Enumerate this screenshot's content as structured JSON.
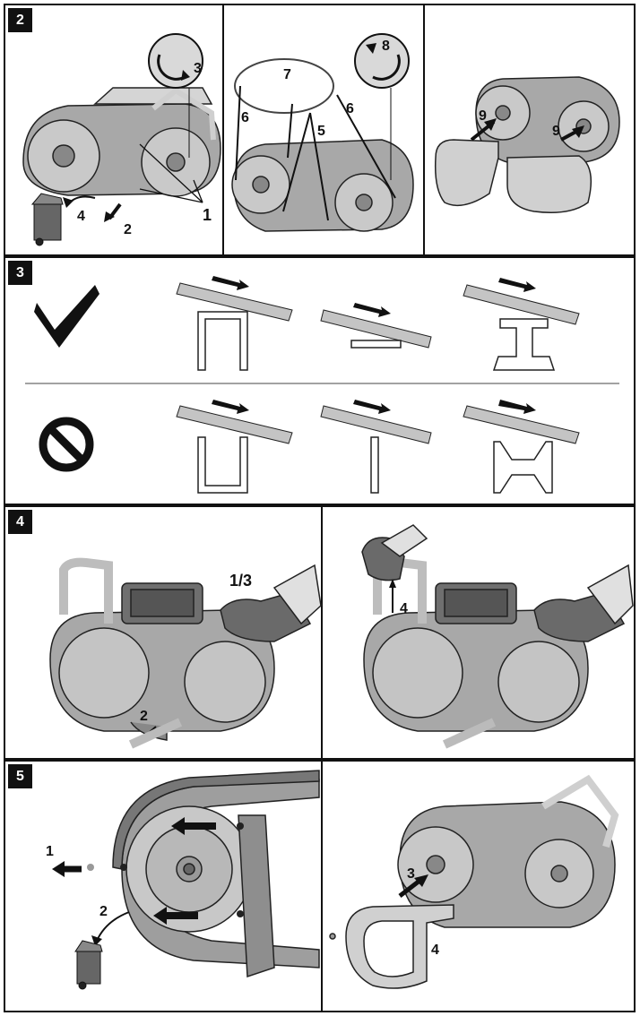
{
  "panels": [
    {
      "number": "2",
      "callouts": [
        "3",
        "4",
        "2",
        "1",
        "7",
        "6",
        "5",
        "6",
        "8",
        "9",
        "9"
      ]
    },
    {
      "number": "3"
    },
    {
      "number": "4",
      "callouts": [
        "1/3",
        "2",
        "4"
      ]
    },
    {
      "number": "5",
      "callouts": [
        "1",
        "2",
        "3",
        "4"
      ]
    }
  ],
  "colors": {
    "ink": "#111111",
    "metal": "#9a9a9a",
    "metal_light": "#c8c8c8",
    "glove": "#6a6a6a"
  }
}
